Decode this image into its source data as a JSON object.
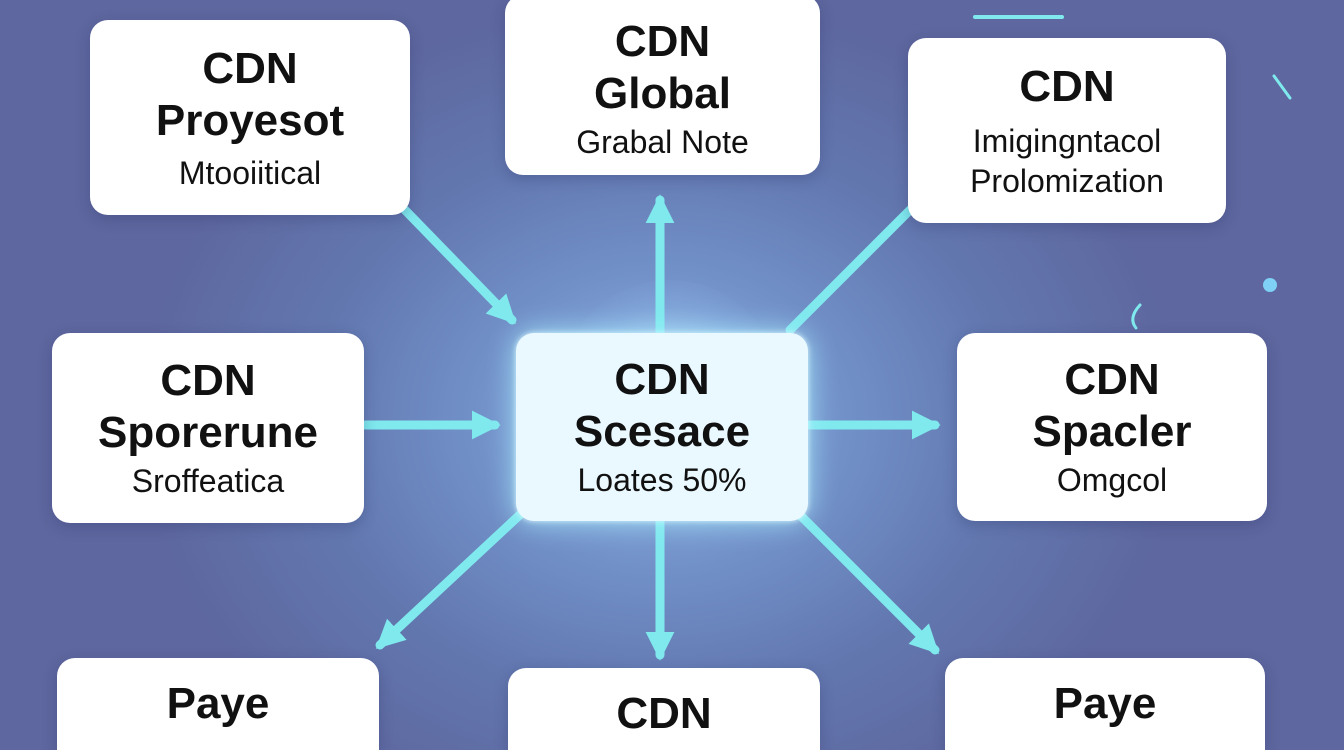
{
  "nodes": {
    "top_left": {
      "line1": "CDN",
      "line2": "Proyesot",
      "sub": "Mtooiitical"
    },
    "top_center": {
      "line1": "CDN",
      "line2": "Global",
      "sub": "Grabal Note"
    },
    "top_right": {
      "line1": "CDN",
      "sub1": "Imigingntacol",
      "sub2": "Prolomization"
    },
    "mid_left": {
      "line1": "CDN",
      "line2": "Sporerune",
      "sub": "Sroffeatica"
    },
    "center": {
      "line1": "CDN",
      "line2": "Scesace",
      "sub": "Loates 50%"
    },
    "mid_right": {
      "line1": "CDN",
      "line2": "Spacler",
      "sub": "Omgcol"
    },
    "bottom_left": {
      "line1": "Paye"
    },
    "bottom_center": {
      "line1": "CDN"
    },
    "bottom_right": {
      "line1": "Paye"
    }
  },
  "colors": {
    "arrow": "#7fe9ee",
    "background": "#6a7fbb",
    "node_fill": "#ffffff",
    "center_fill": "#eaf9ff"
  }
}
